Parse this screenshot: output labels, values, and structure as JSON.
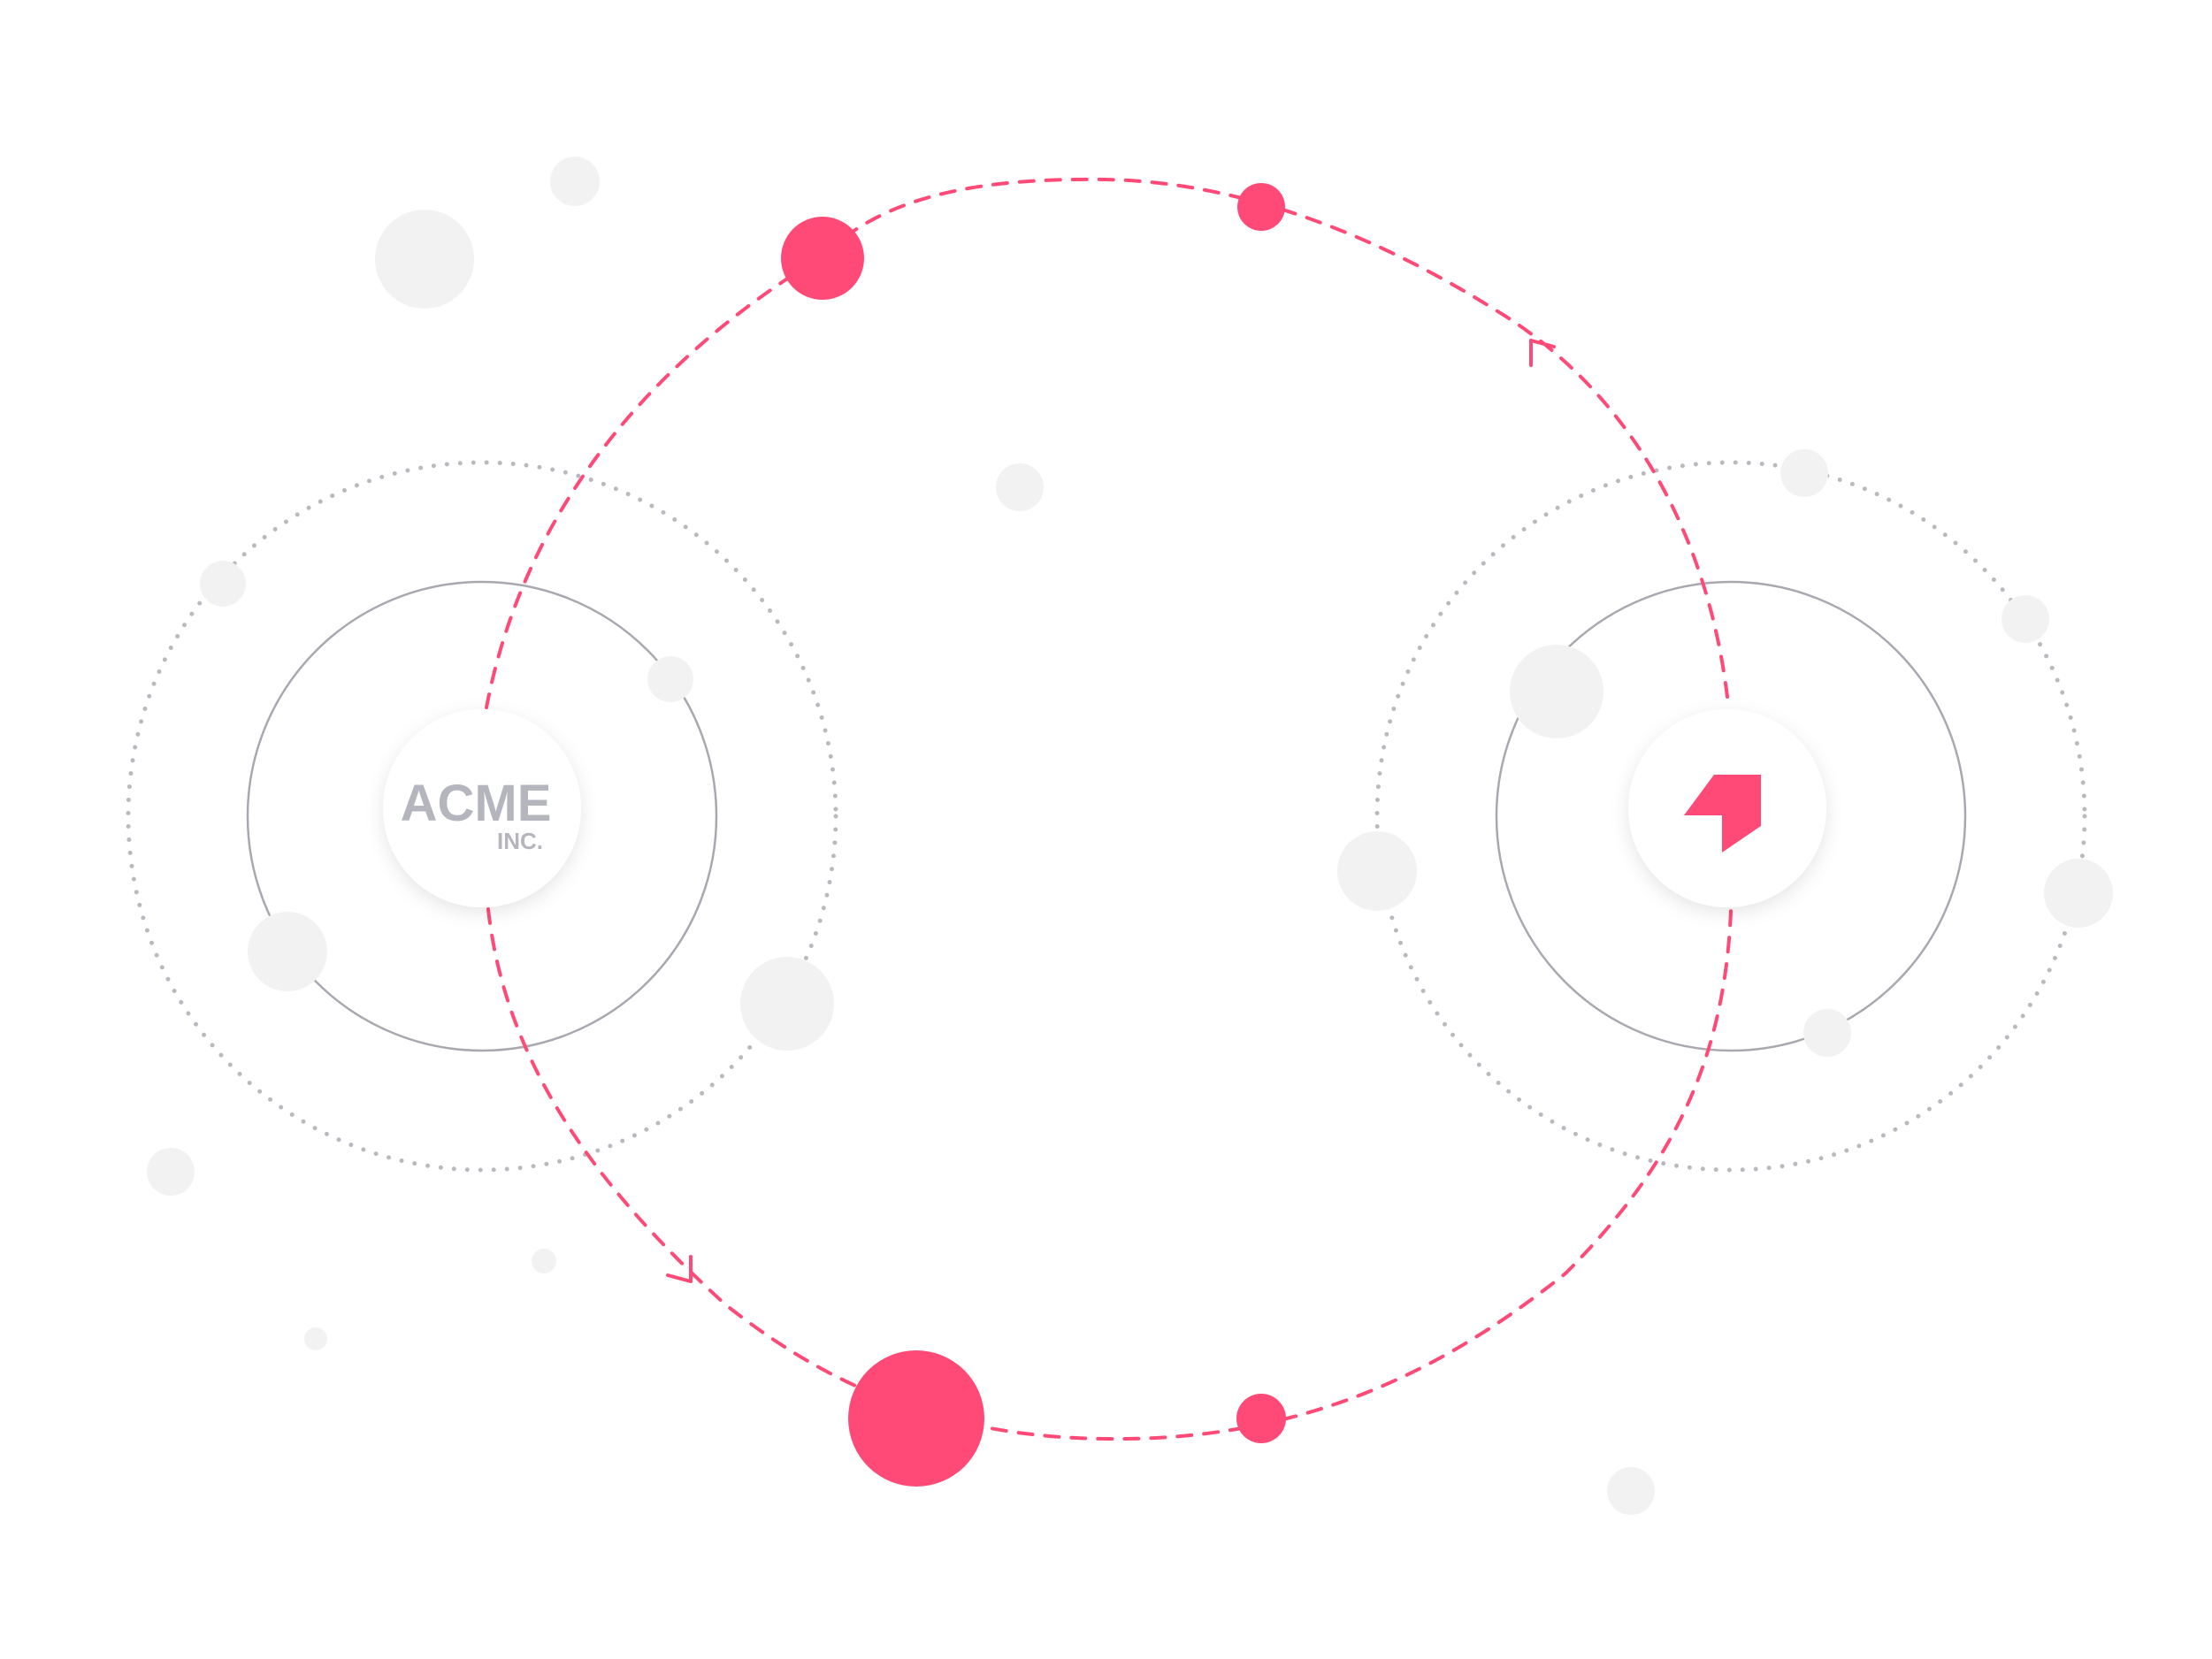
{
  "diagram": {
    "colors": {
      "accent": "#FF4A77",
      "bubble": "#F2F2F2",
      "orbit_solid": "#A9A8B0",
      "orbit_dotted": "#B9B9BF",
      "logo_text": "#B5B5BE",
      "hub_fill": "#FFFFFF"
    },
    "left_hub": {
      "name": "acme-logo",
      "wordmark": "ACME",
      "suffix": "INC."
    },
    "right_hub": {
      "name": "brand-logo",
      "icon": "pink-arrow-mark-icon"
    },
    "flow": {
      "direction_top": "right-to-left",
      "direction_bottom": "left-to-right",
      "arrow_icon": "chevron-arrowhead-icon"
    }
  }
}
